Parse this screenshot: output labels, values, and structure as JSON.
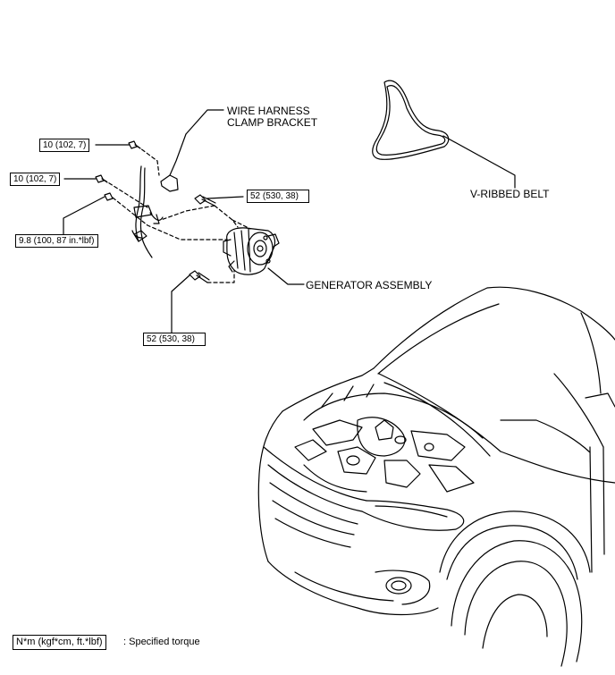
{
  "labels": {
    "wire_harness": "WIRE HARNESS\nCLAMP BRACKET",
    "v_ribbed_belt": "V-RIBBED BELT",
    "generator_assembly": "GENERATOR ASSEMBLY"
  },
  "torques": {
    "t1": "10 (102, 7)",
    "t2": "10 (102, 7)",
    "t3": "9.8 (100, 87 in.*lbf)",
    "t4": "52 (530, 38)",
    "t5": "52 (530, 38)"
  },
  "legend": {
    "unit": "N*m (kgf*cm, ft.*lbf)",
    "description": ": Specified torque"
  }
}
